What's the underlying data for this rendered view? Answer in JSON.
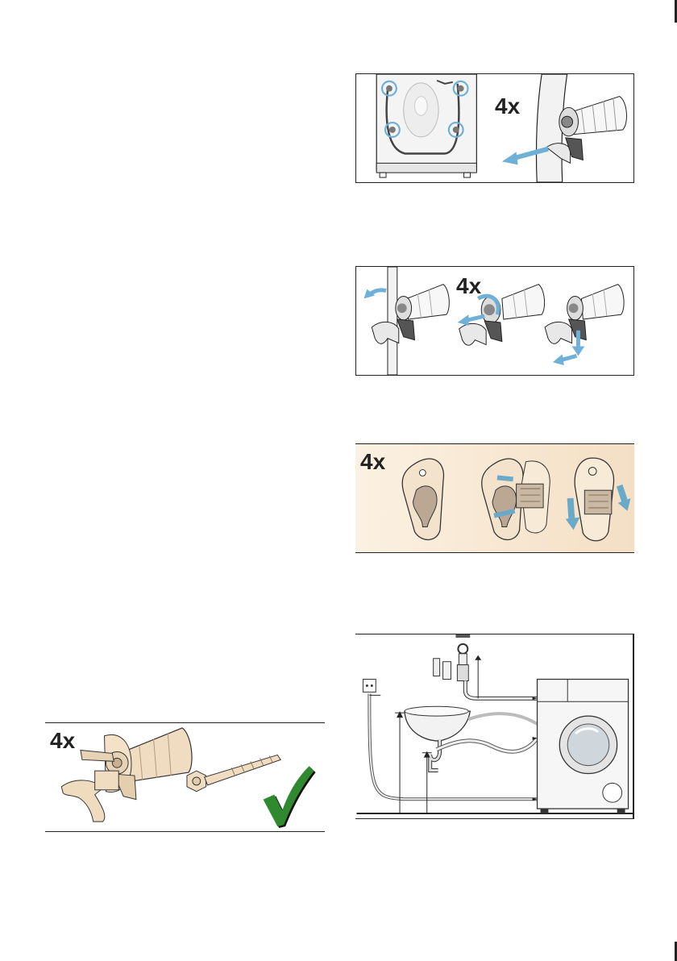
{
  "figures": {
    "fig1": {
      "count_label": "4x"
    },
    "fig2": {
      "count_label": "4x"
    },
    "fig3": {
      "count_label": "4x"
    },
    "fig5": {
      "count_label": "4x"
    }
  },
  "colors": {
    "accent_blue": "#6fb0d8",
    "part_beige": "#efdcc0",
    "check_green": "#2f8a2f",
    "outline": "#222222"
  },
  "icons": [
    "transport-bolt-icon",
    "removal-arrow-icon",
    "rotate-arrow-icon",
    "cover-cap-icon",
    "checkmark-icon",
    "water-tap-icon",
    "socket-icon",
    "washing-machine-icon"
  ]
}
